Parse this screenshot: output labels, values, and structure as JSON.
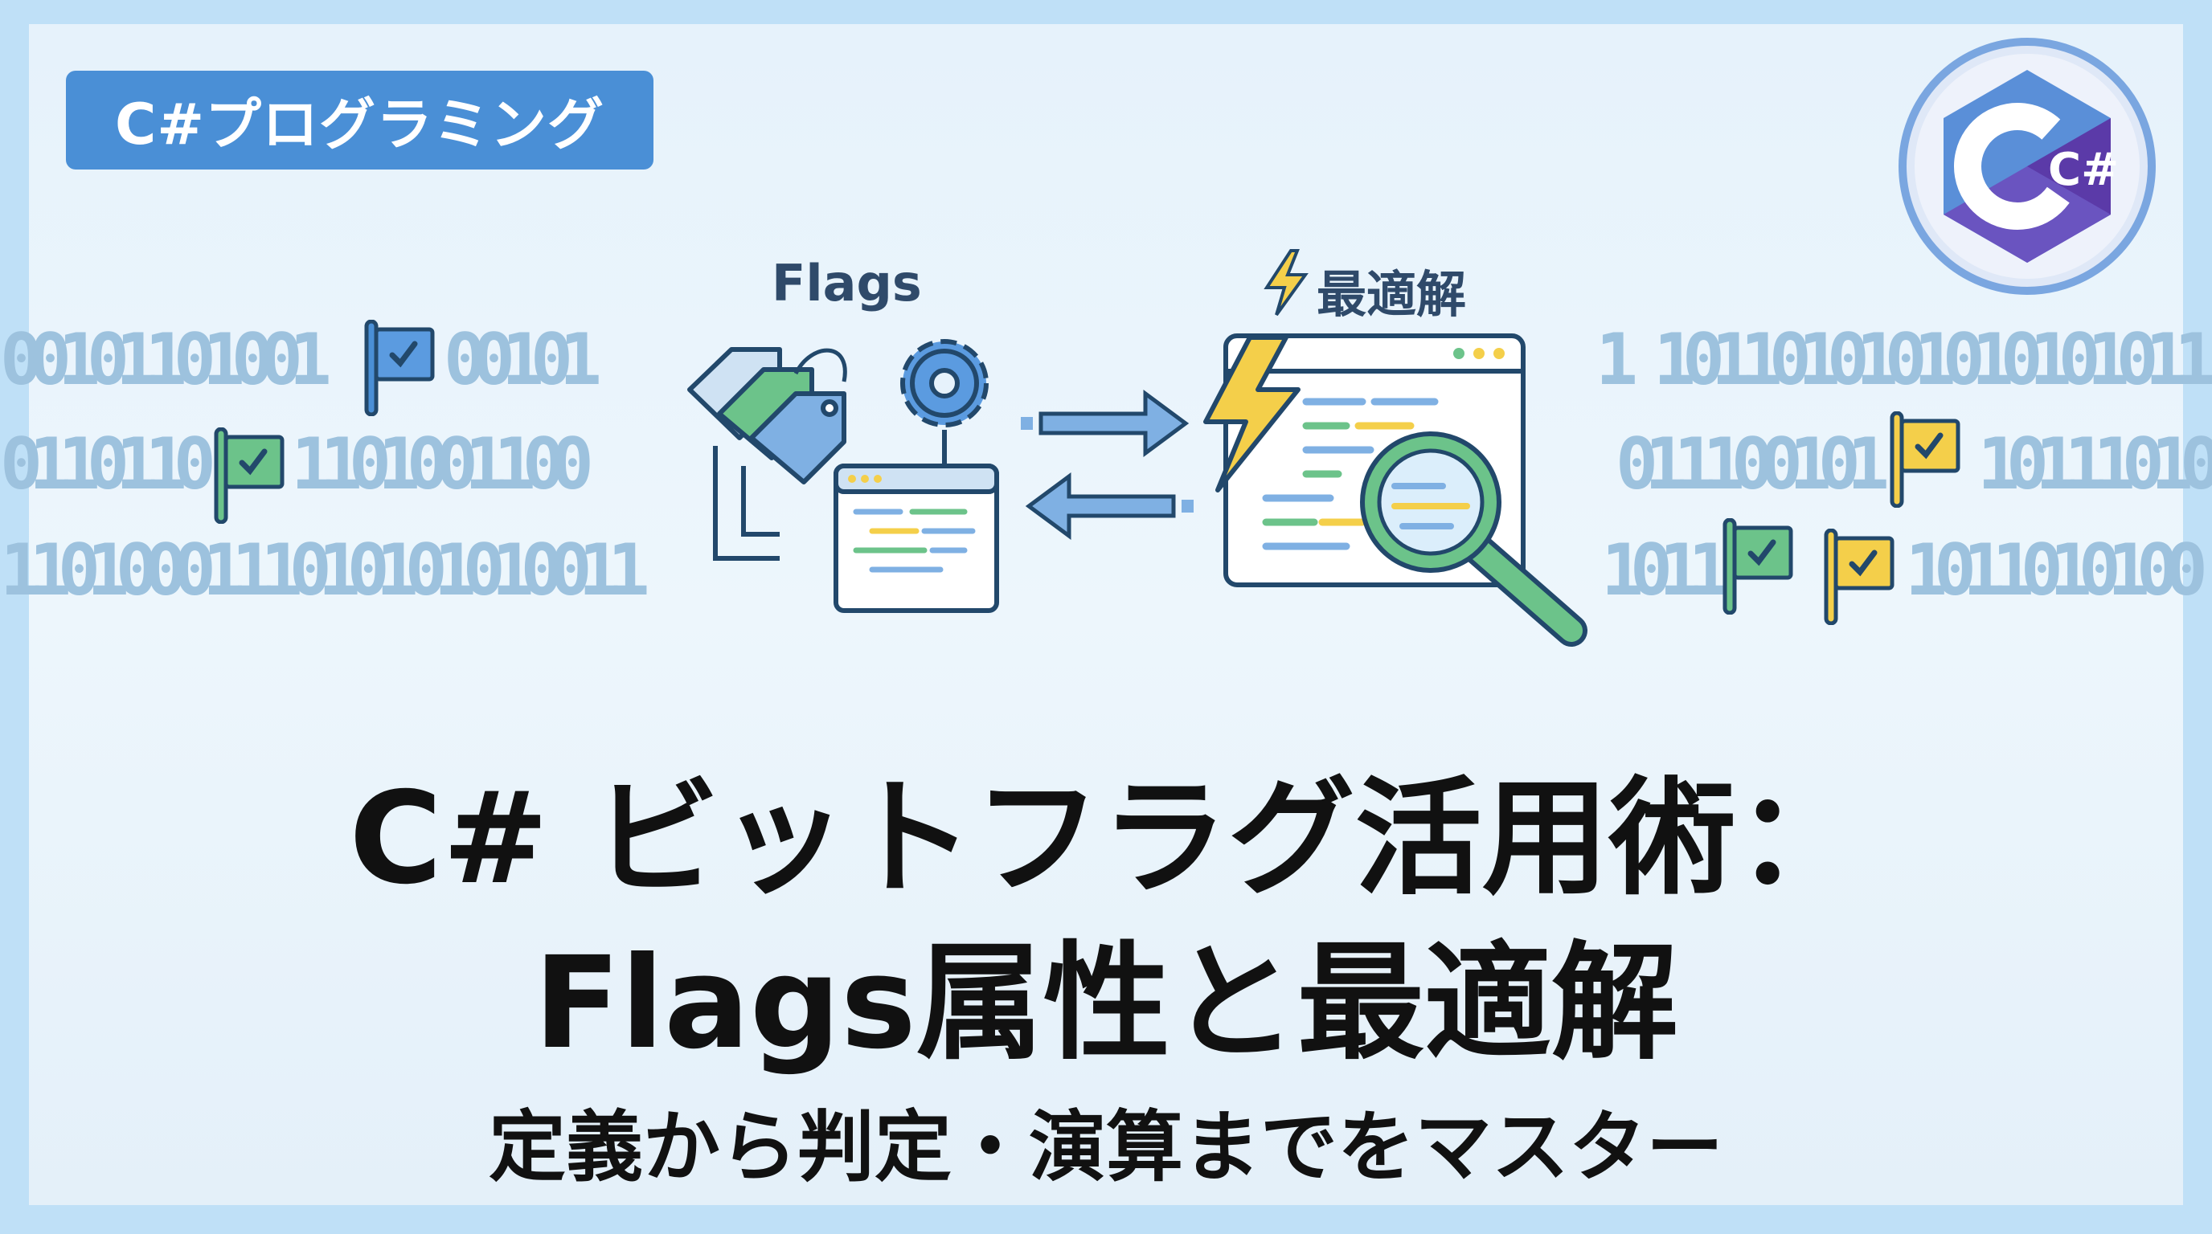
{
  "badge": {
    "label": "C#プログラミング"
  },
  "logo": {
    "text": "C#"
  },
  "illustration": {
    "flags_label": "Flags",
    "optimal_label": "最適解",
    "icons": [
      "tag-icon",
      "gear-icon",
      "code-window-icon",
      "arrow-right-icon",
      "arrow-left-icon",
      "lightning-icon",
      "magnifier-icon"
    ]
  },
  "binary_left": [
    "00101101001",
    "00101",
    "0110110",
    "1101001100",
    "1101000111010101010011"
  ],
  "binary_right": [
    "1 1011010101010101011",
    "011100101",
    "10111010",
    "1011",
    "1011010100"
  ],
  "colors": {
    "accent": "#4a8fd6",
    "flag_blue": "#4a8fd6",
    "flag_green": "#6cc38a",
    "flag_yellow": "#f4cf4a",
    "outline": "#22486b"
  },
  "title": {
    "line1": "C# ビットフラグ活用術：",
    "line2": "Flags属性と最適解",
    "subtitle": "定義から判定・演算までをマスター"
  }
}
